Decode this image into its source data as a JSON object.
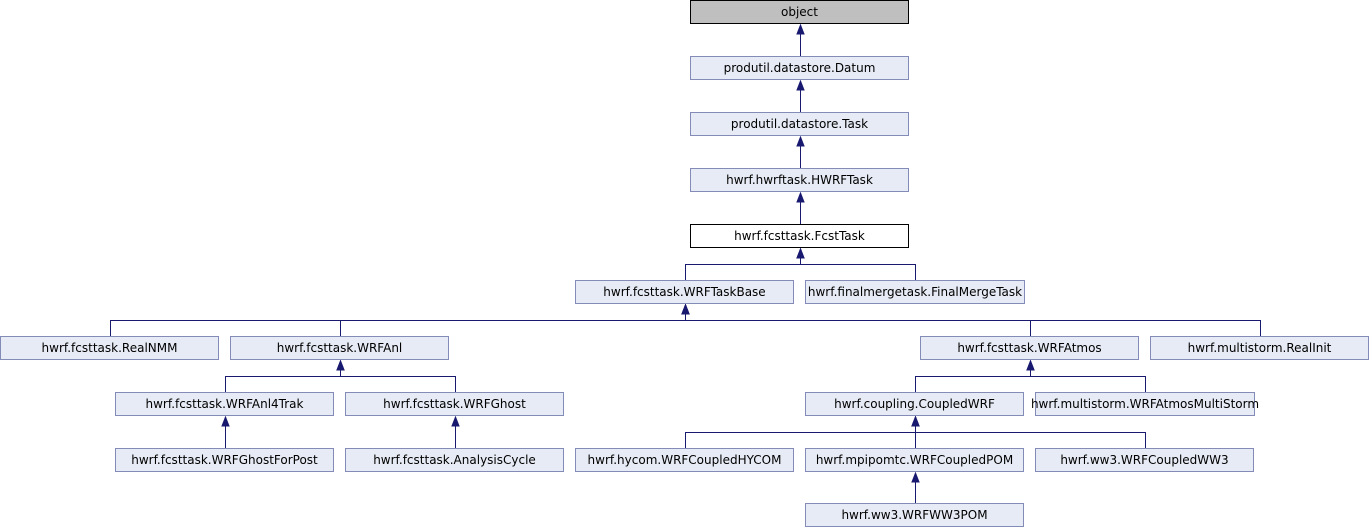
{
  "diagram": {
    "nodes": [
      {
        "id": "object",
        "label": "object",
        "kind": "root"
      },
      {
        "id": "datum",
        "label": "produtil.datastore.Datum",
        "kind": "link"
      },
      {
        "id": "task",
        "label": "produtil.datastore.Task",
        "kind": "link"
      },
      {
        "id": "hwrftask",
        "label": "hwrf.hwrftask.HWRFTask",
        "kind": "link"
      },
      {
        "id": "fcsttask",
        "label": "hwrf.fcsttask.FcstTask",
        "kind": "current"
      },
      {
        "id": "wrftaskbase",
        "label": "hwrf.fcsttask.WRFTaskBase",
        "kind": "link"
      },
      {
        "id": "finalmerge",
        "label": "hwrf.finalmergetask.FinalMergeTask",
        "kind": "link"
      },
      {
        "id": "realnmm",
        "label": "hwrf.fcsttask.RealNMM",
        "kind": "link"
      },
      {
        "id": "wrfanl",
        "label": "hwrf.fcsttask.WRFAnl",
        "kind": "link"
      },
      {
        "id": "wrfatmos",
        "label": "hwrf.fcsttask.WRFAtmos",
        "kind": "link"
      },
      {
        "id": "realinit",
        "label": "hwrf.multistorm.RealInit",
        "kind": "link"
      },
      {
        "id": "wrfanl4trak",
        "label": "hwrf.fcsttask.WRFAnl4Trak",
        "kind": "link"
      },
      {
        "id": "wrfghost",
        "label": "hwrf.fcsttask.WRFGhost",
        "kind": "link"
      },
      {
        "id": "coupledwrf",
        "label": "hwrf.coupling.CoupledWRF",
        "kind": "link"
      },
      {
        "id": "wrfatmosms",
        "label": "hwrf.multistorm.WRFAtmosMultiStorm",
        "kind": "link"
      },
      {
        "id": "ghostforpost",
        "label": "hwrf.fcsttask.WRFGhostForPost",
        "kind": "link"
      },
      {
        "id": "analysiscycle",
        "label": "hwrf.fcsttask.AnalysisCycle",
        "kind": "link"
      },
      {
        "id": "coupledhycom",
        "label": "hwrf.hycom.WRFCoupledHYCOM",
        "kind": "link"
      },
      {
        "id": "coupledpom",
        "label": "hwrf.mpipomtc.WRFCoupledPOM",
        "kind": "link"
      },
      {
        "id": "coupledww3",
        "label": "hwrf.ww3.WRFCoupledWW3",
        "kind": "link"
      },
      {
        "id": "ww3pom",
        "label": "hwrf.ww3.WRFWW3POM",
        "kind": "link"
      }
    ],
    "edges": [
      [
        "datum",
        "object"
      ],
      [
        "task",
        "datum"
      ],
      [
        "hwrftask",
        "task"
      ],
      [
        "fcsttask",
        "hwrftask"
      ],
      [
        "wrftaskbase",
        "fcsttask"
      ],
      [
        "finalmerge",
        "fcsttask"
      ],
      [
        "realnmm",
        "wrftaskbase"
      ],
      [
        "wrfanl",
        "wrftaskbase"
      ],
      [
        "wrfatmos",
        "wrftaskbase"
      ],
      [
        "realinit",
        "wrftaskbase"
      ],
      [
        "wrfanl4trak",
        "wrfanl"
      ],
      [
        "wrfghost",
        "wrfanl"
      ],
      [
        "coupledwrf",
        "wrfatmos"
      ],
      [
        "wrfatmosms",
        "wrfatmos"
      ],
      [
        "ghostforpost",
        "wrfanl4trak"
      ],
      [
        "analysiscycle",
        "wrfghost"
      ],
      [
        "coupledhycom",
        "coupledwrf"
      ],
      [
        "coupledpom",
        "coupledwrf"
      ],
      [
        "coupledww3",
        "coupledwrf"
      ],
      [
        "ww3pom",
        "coupledpom"
      ]
    ],
    "colors": {
      "edge": "#191970",
      "node_fill": "#e7ebf5",
      "node_border": "#848bb7",
      "root_fill": "#bfbfbf",
      "current_fill": "#ffffff"
    }
  }
}
